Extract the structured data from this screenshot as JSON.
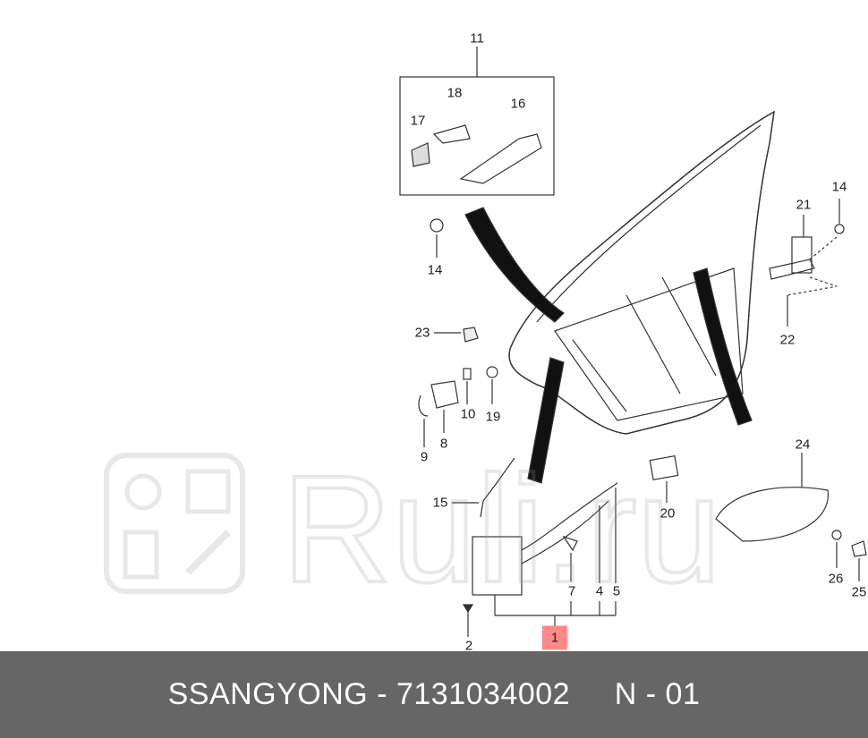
{
  "callouts": [
    {
      "id": "c11",
      "text": "11"
    },
    {
      "id": "c18",
      "text": "18"
    },
    {
      "id": "c16",
      "text": "16"
    },
    {
      "id": "c17",
      "text": "17"
    },
    {
      "id": "c14a",
      "text": "14"
    },
    {
      "id": "c21",
      "text": "21"
    },
    {
      "id": "c14b",
      "text": "14"
    },
    {
      "id": "c22",
      "text": "22"
    },
    {
      "id": "c23",
      "text": "23"
    },
    {
      "id": "c10",
      "text": "10"
    },
    {
      "id": "c19",
      "text": "19"
    },
    {
      "id": "c9",
      "text": "9"
    },
    {
      "id": "c8",
      "text": "8"
    },
    {
      "id": "c15",
      "text": "15"
    },
    {
      "id": "c20",
      "text": "20"
    },
    {
      "id": "c24",
      "text": "24"
    },
    {
      "id": "c7",
      "text": "7"
    },
    {
      "id": "c4",
      "text": "4"
    },
    {
      "id": "c5",
      "text": "5"
    },
    {
      "id": "c26",
      "text": "26"
    },
    {
      "id": "c25",
      "text": "25"
    },
    {
      "id": "c2",
      "text": "2"
    },
    {
      "id": "c1",
      "text": "1"
    }
  ],
  "highlight_color": "#ff8888",
  "watermark": "Ruli.ru",
  "footer": {
    "brand": "SSANGYONG",
    "part_number": "7131034002",
    "page": "N - 01",
    "text": "SSANGYONG - 7131034002     N - 01"
  },
  "colors": {
    "footer_bg": "#666666",
    "line": "#333333"
  }
}
